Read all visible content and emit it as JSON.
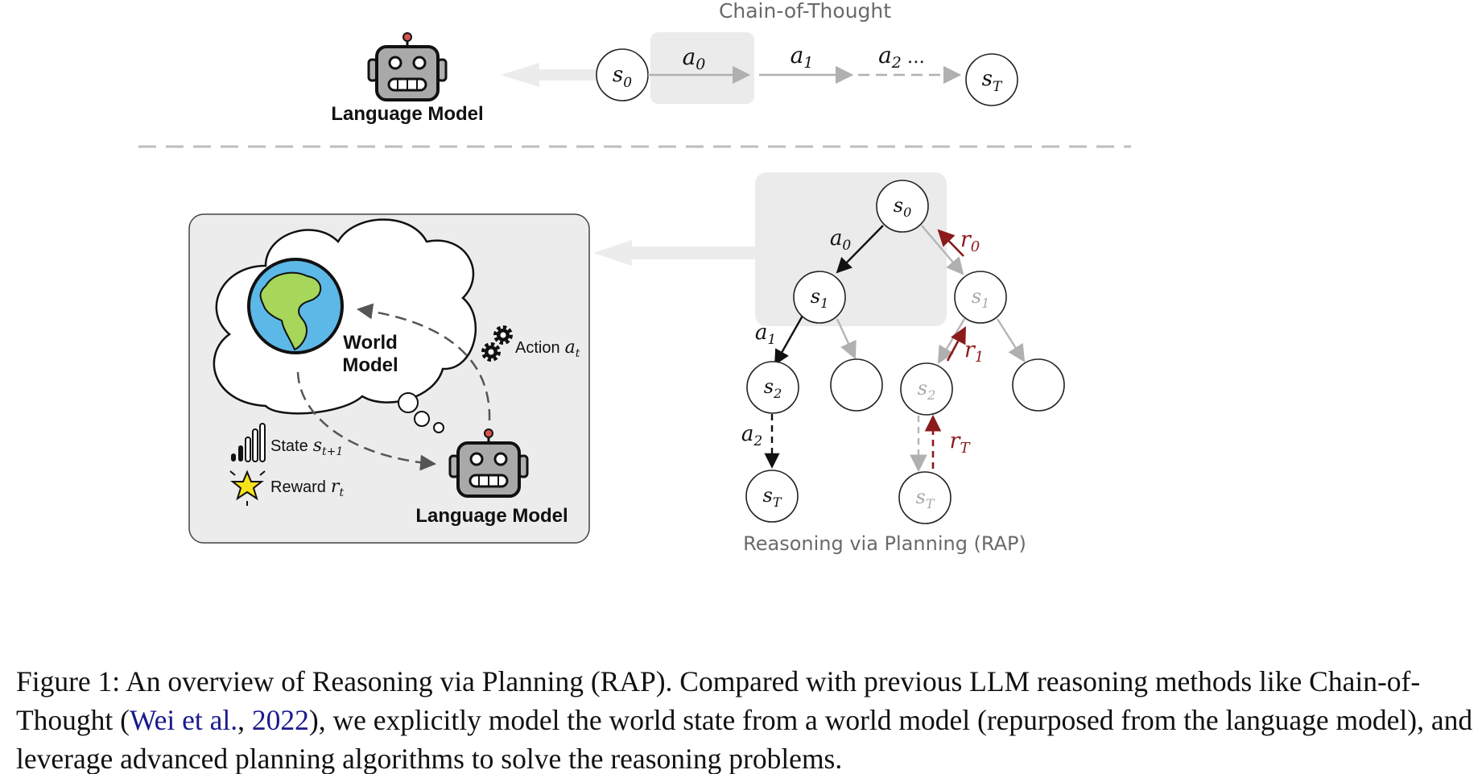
{
  "chain_of_thought": {
    "title": "Chain-of-Thought",
    "model_label": "Language Model",
    "states": {
      "start": "s",
      "start_sub": "0",
      "end": "s",
      "end_sub": "T"
    },
    "actions": [
      {
        "sym": "a",
        "sub": "0",
        "suffix": ""
      },
      {
        "sym": "a",
        "sub": "1",
        "suffix": ""
      },
      {
        "sym": "a",
        "sub": "2",
        "suffix": " …"
      }
    ]
  },
  "rap": {
    "title": "Reasoning via Planning (RAP)",
    "world_model_label_1": "World",
    "world_model_label_2": "Model",
    "language_model_label": "Language Model",
    "action_label": "Action",
    "action_sym": "a",
    "action_sub": "t",
    "state_label": "State",
    "state_sym": "s",
    "state_sub": "t+1",
    "reward_label": "Reward",
    "reward_sym": "r",
    "reward_sub": "t",
    "tree": {
      "root": {
        "sym": "s",
        "sub": "0"
      },
      "level1": [
        {
          "sym": "s",
          "sub": "1"
        },
        {
          "sym": "s",
          "sub": "1"
        }
      ],
      "level2": [
        {
          "sym": "s",
          "sub": "2"
        },
        {
          "sym": "s",
          "sub": "2"
        }
      ],
      "leaves": [
        {
          "sym": "s",
          "sub": "T"
        },
        {
          "sym": "s",
          "sub": "T"
        }
      ],
      "action_labels": [
        {
          "sym": "a",
          "sub": "0"
        },
        {
          "sym": "a",
          "sub": "1"
        },
        {
          "sym": "a",
          "sub": "2"
        }
      ],
      "reward_labels": [
        {
          "sym": "r",
          "sub": "0"
        },
        {
          "sym": "r",
          "sub": "1"
        },
        {
          "sym": "r",
          "sub": "T"
        }
      ]
    }
  },
  "caption": {
    "prefix": "Figure 1: An overview of Reasoning via Planning (RAP). Compared with previous LLM reasoning methods like Chain-of-Thought (",
    "cite_author": "Wei et al.",
    "cite_sep": ", ",
    "cite_year": "2022",
    "suffix": "), we explicitly model the world state from a world model (repurposed from the language model), and leverage advanced planning algorithms to solve the reasoning problems."
  },
  "colors": {
    "reward": "#8b1a1a",
    "active_edge": "#111111",
    "inactive_edge": "#b5b5b5",
    "highlight_box": "#ebebeb",
    "panel_bg": "#ececec",
    "globe_water": "#5cb8e6",
    "globe_land": "#a6d65a"
  },
  "icons": [
    "robot-icon",
    "globe-icon",
    "cloud-icon",
    "gear-icon",
    "signal-bars-icon",
    "star-icon"
  ]
}
